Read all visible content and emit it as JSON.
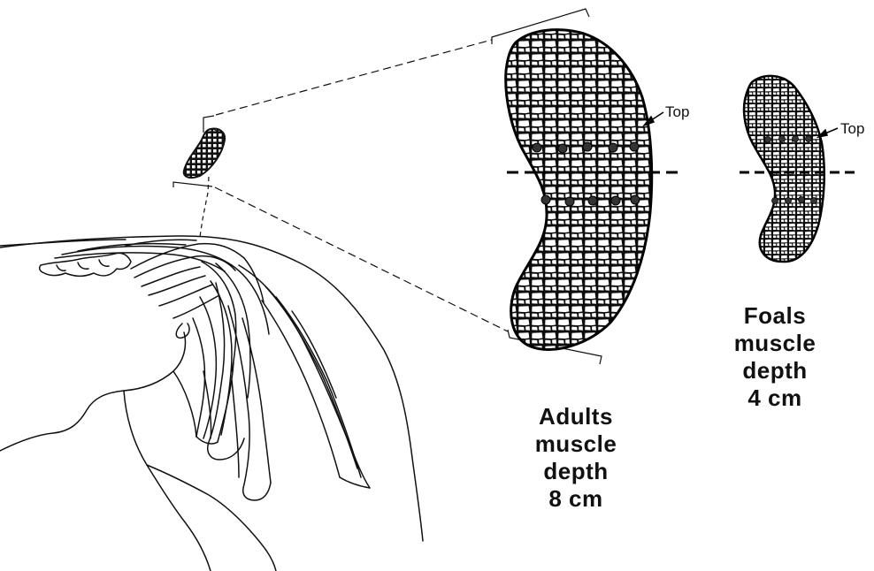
{
  "adult": {
    "top_label": "Top",
    "caption": [
      "Adults",
      "muscle",
      "depth",
      "8 cm"
    ]
  },
  "foal": {
    "top_label": "Top",
    "caption": [
      "Foals",
      "muscle",
      "depth",
      "4 cm"
    ]
  }
}
